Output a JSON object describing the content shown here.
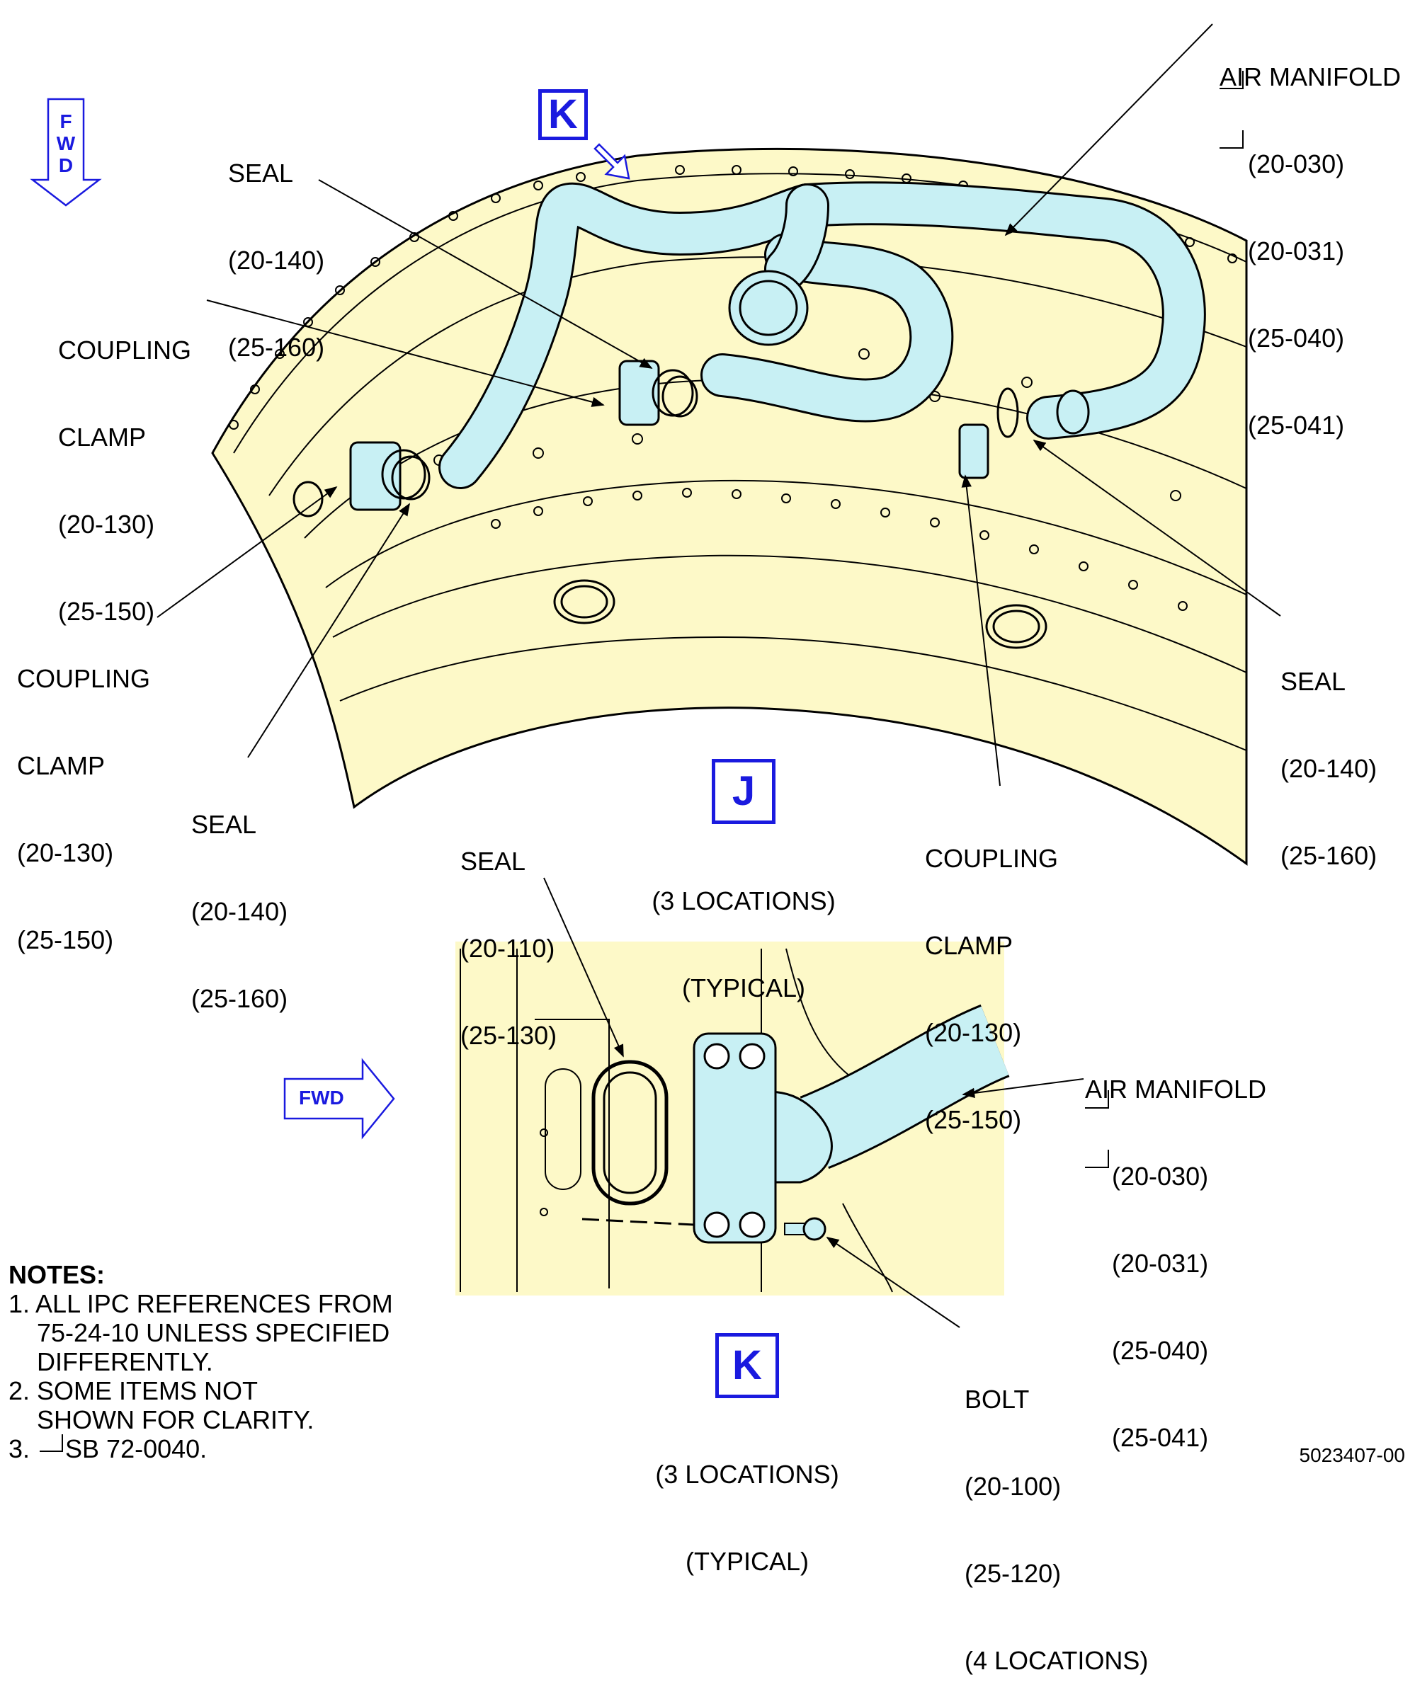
{
  "fwd_top": {
    "letters": [
      "F",
      "W",
      "D"
    ]
  },
  "fwd_view_k": "FWD",
  "view_top": {
    "letter": "K"
  },
  "view_j": {
    "letter": "J",
    "caption": [
      "(3 LOCATIONS)",
      "(TYPICAL)"
    ]
  },
  "view_k": {
    "letter": "K",
    "caption": [
      "(3 LOCATIONS)",
      "(TYPICAL)"
    ]
  },
  "labels": {
    "air_manifold_top": [
      "AIR MANIFOLD",
      "(20-030)",
      "(20-031)",
      "(25-040)",
      "(25-041)"
    ],
    "seal_top_left": [
      "SEAL",
      "(20-140)",
      "(25-160)"
    ],
    "coupling_clamp_upper_left": [
      "COUPLING",
      "CLAMP",
      "(20-130)",
      "(25-150)"
    ],
    "coupling_clamp_lower_left": [
      "COUPLING",
      "CLAMP",
      "(20-130)",
      "(25-150)"
    ],
    "seal_lower_left": [
      "SEAL",
      "(20-140)",
      "(25-160)"
    ],
    "seal_right": [
      "SEAL",
      "(20-140)",
      "(25-160)"
    ],
    "coupling_clamp_bottom_right": [
      "COUPLING",
      "CLAMP",
      "(20-130)",
      "(25-150)"
    ],
    "seal_view_k": [
      "SEAL",
      "(20-110)",
      "(25-130)"
    ],
    "air_manifold_view_k": [
      "AIR MANIFOLD",
      "(20-030)",
      "(20-031)",
      "(25-040)",
      "(25-041)"
    ],
    "bolt_view_k": [
      "BOLT",
      "(20-100)",
      "(25-120)",
      "(4 LOCATIONS)"
    ]
  },
  "notes": {
    "heading": "NOTES:",
    "items": [
      "1. ALL IPC REFERENCES FROM\n    75-24-10 UNLESS SPECIFIED\n    DIFFERENTLY.",
      "2. SOME ITEMS NOT\n    SHOWN FOR CLARITY.",
      "3.     SB 72-0040."
    ]
  },
  "figure_id": "5023407-00",
  "colors": {
    "part_fill": "#fdf9c8",
    "manifold_fill": "#c8f0f4",
    "view_blue": "#1a1adf",
    "line": "#000000"
  }
}
